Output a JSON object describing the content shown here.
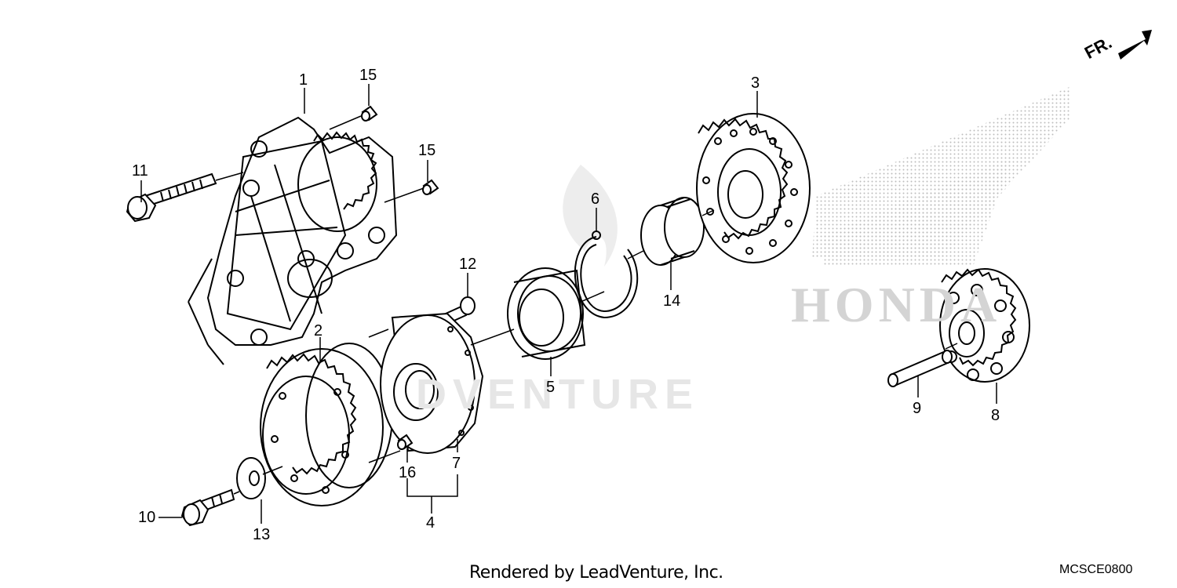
{
  "diagram": {
    "footer": "Rendered by LeadVenture, Inc.",
    "code": "MCSCE0800",
    "front_marker": "FR.",
    "watermark_text": "DVENTURE",
    "brand_logo_text": "HONDA",
    "callouts": [
      {
        "id": "1",
        "label": "1"
      },
      {
        "id": "2",
        "label": "2"
      },
      {
        "id": "3",
        "label": "3"
      },
      {
        "id": "4",
        "label": "4"
      },
      {
        "id": "5",
        "label": "5"
      },
      {
        "id": "6",
        "label": "6"
      },
      {
        "id": "7",
        "label": "7"
      },
      {
        "id": "8",
        "label": "8"
      },
      {
        "id": "9",
        "label": "9"
      },
      {
        "id": "10",
        "label": "10"
      },
      {
        "id": "11",
        "label": "11"
      },
      {
        "id": "12",
        "label": "12"
      },
      {
        "id": "13",
        "label": "13"
      },
      {
        "id": "14",
        "label": "14"
      },
      {
        "id": "15a",
        "label": "15"
      },
      {
        "id": "15b",
        "label": "15"
      },
      {
        "id": "16",
        "label": "16"
      }
    ]
  }
}
